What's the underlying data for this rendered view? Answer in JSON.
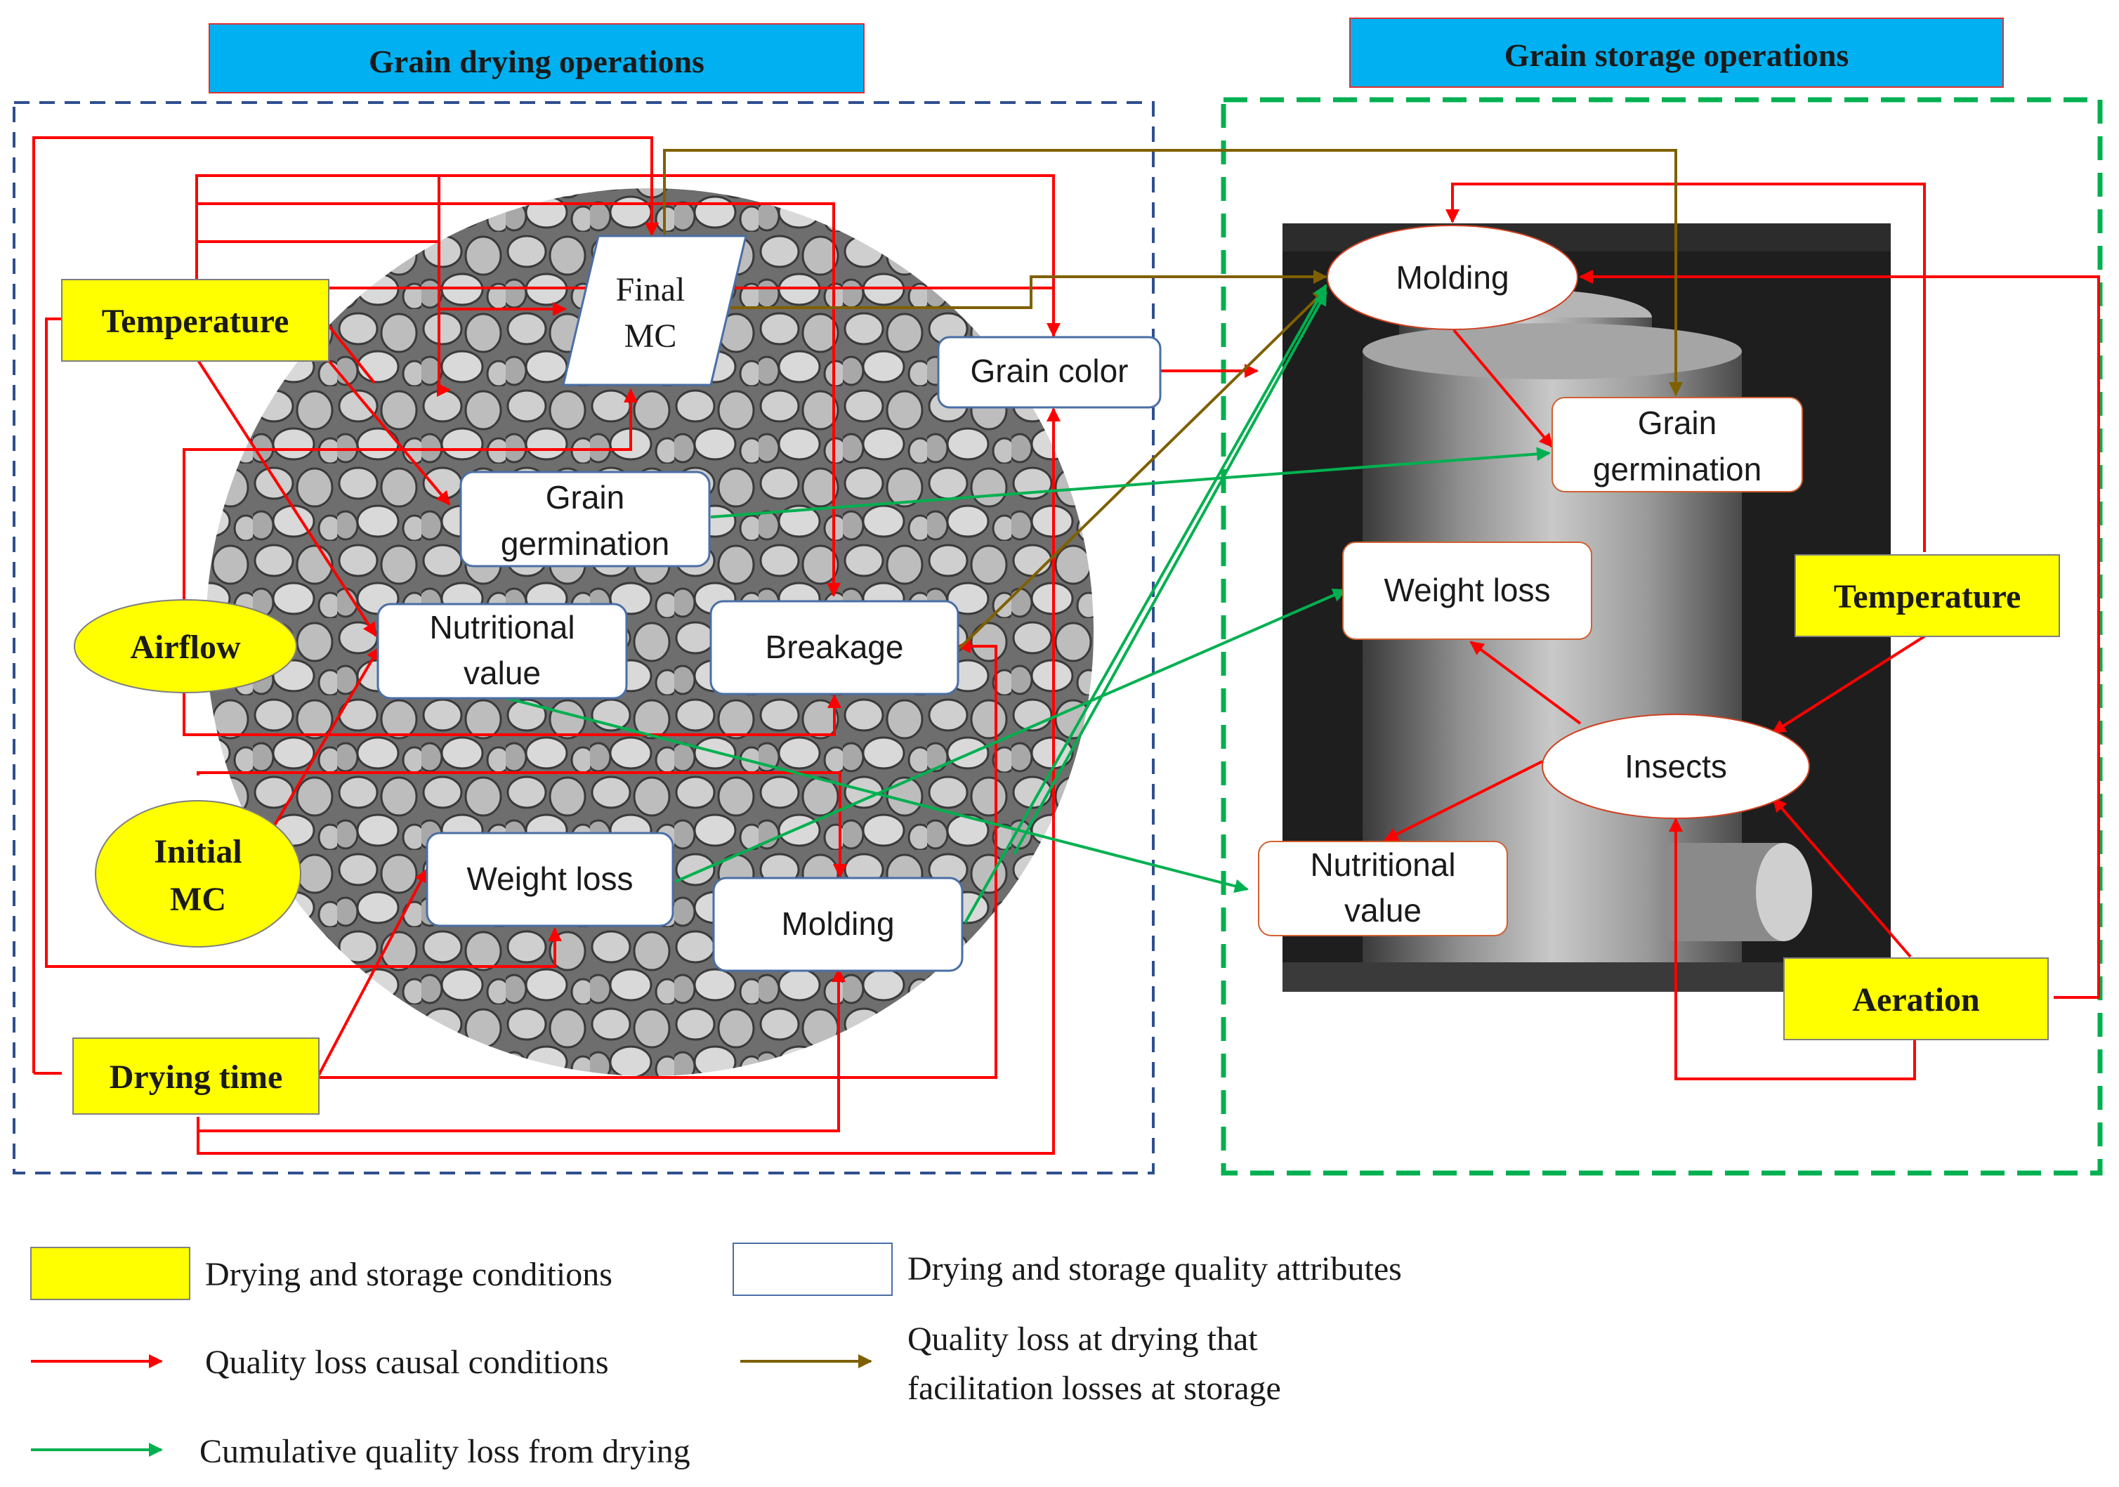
{
  "sections": {
    "drying_title": "Grain drying operations",
    "storage_title": "Grain storage operations"
  },
  "drying": {
    "temperature": "Temperature",
    "airflow": "Airflow",
    "initial_mc_line1": "Initial",
    "initial_mc_line2": "MC",
    "drying_time": "Drying time",
    "final_mc_line1": "Final",
    "final_mc_line2": "MC",
    "grain_color": "Grain color",
    "grain_germination_line1": "Grain",
    "grain_germination_line2": "germination",
    "nutritional_value_line1": "Nutritional",
    "nutritional_value_line2": "value",
    "breakage": "Breakage",
    "weight_loss": "Weight loss",
    "molding": "Molding"
  },
  "storage": {
    "molding": "Molding",
    "grain_germination_line1": "Grain",
    "grain_germination_line2": "germination",
    "weight_loss": "Weight loss",
    "temperature": "Temperature",
    "insects": "Insects",
    "nutritional_value_line1": "Nutritional",
    "nutritional_value_line2": "value",
    "aeration": "Aeration"
  },
  "legend": {
    "conditions": "Drying and storage conditions",
    "attributes": "Drying and storage quality attributes",
    "causal": "Quality loss causal conditions",
    "facilitation_line1": "Quality loss at drying that",
    "facilitation_line2": "facilitation losses at storage",
    "cumulative": "Cumulative quality loss from drying"
  },
  "colors": {
    "condition_fill": "#ffff00",
    "header_fill": "#00b0f0",
    "causal_arrow": "#ff0000",
    "facilitation_arrow": "#7f6000",
    "cumulative_arrow": "#00b050",
    "drying_border": "#2f4f8f",
    "storage_border": "#00b050"
  }
}
